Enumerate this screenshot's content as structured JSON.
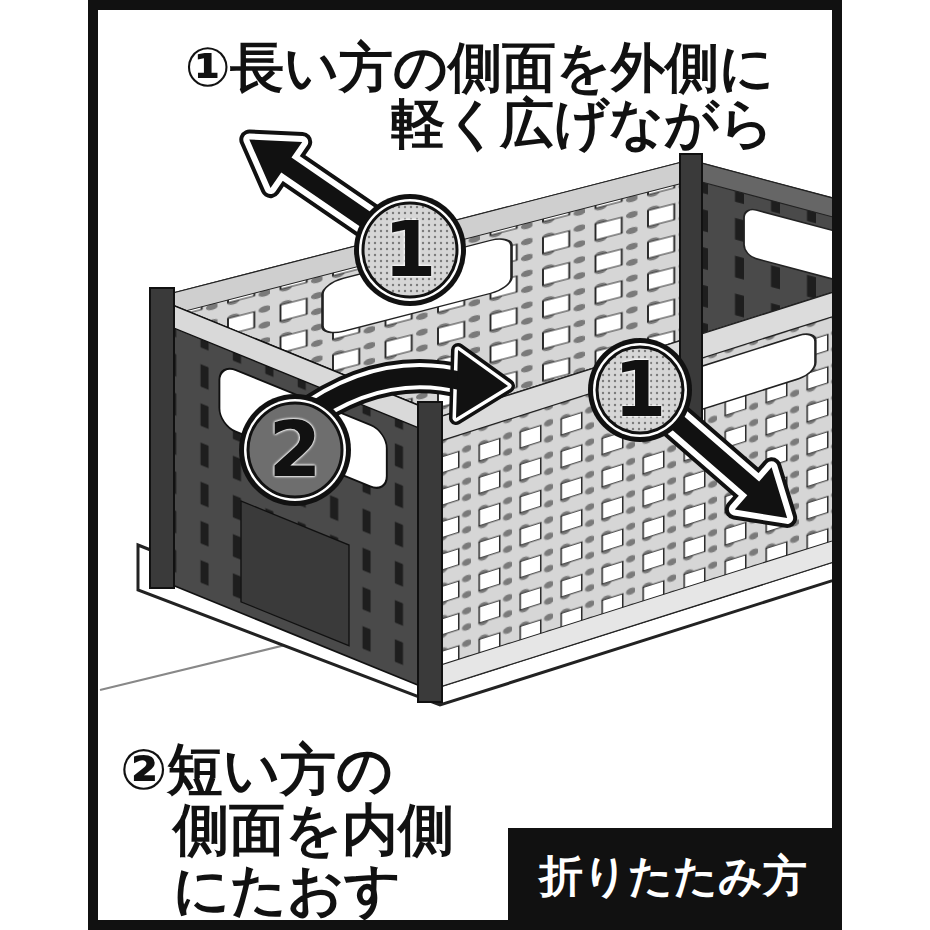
{
  "diagram": {
    "nodes": [
      {
        "text": [
          "折りたたみ方"
        ]
      }
    ],
    "labels": [
      "①長い方の側面を外側に 軽く広げながら",
      "1",
      "1",
      "2",
      "②短い方の 側面を内側 にたおす"
    ]
  }
}
